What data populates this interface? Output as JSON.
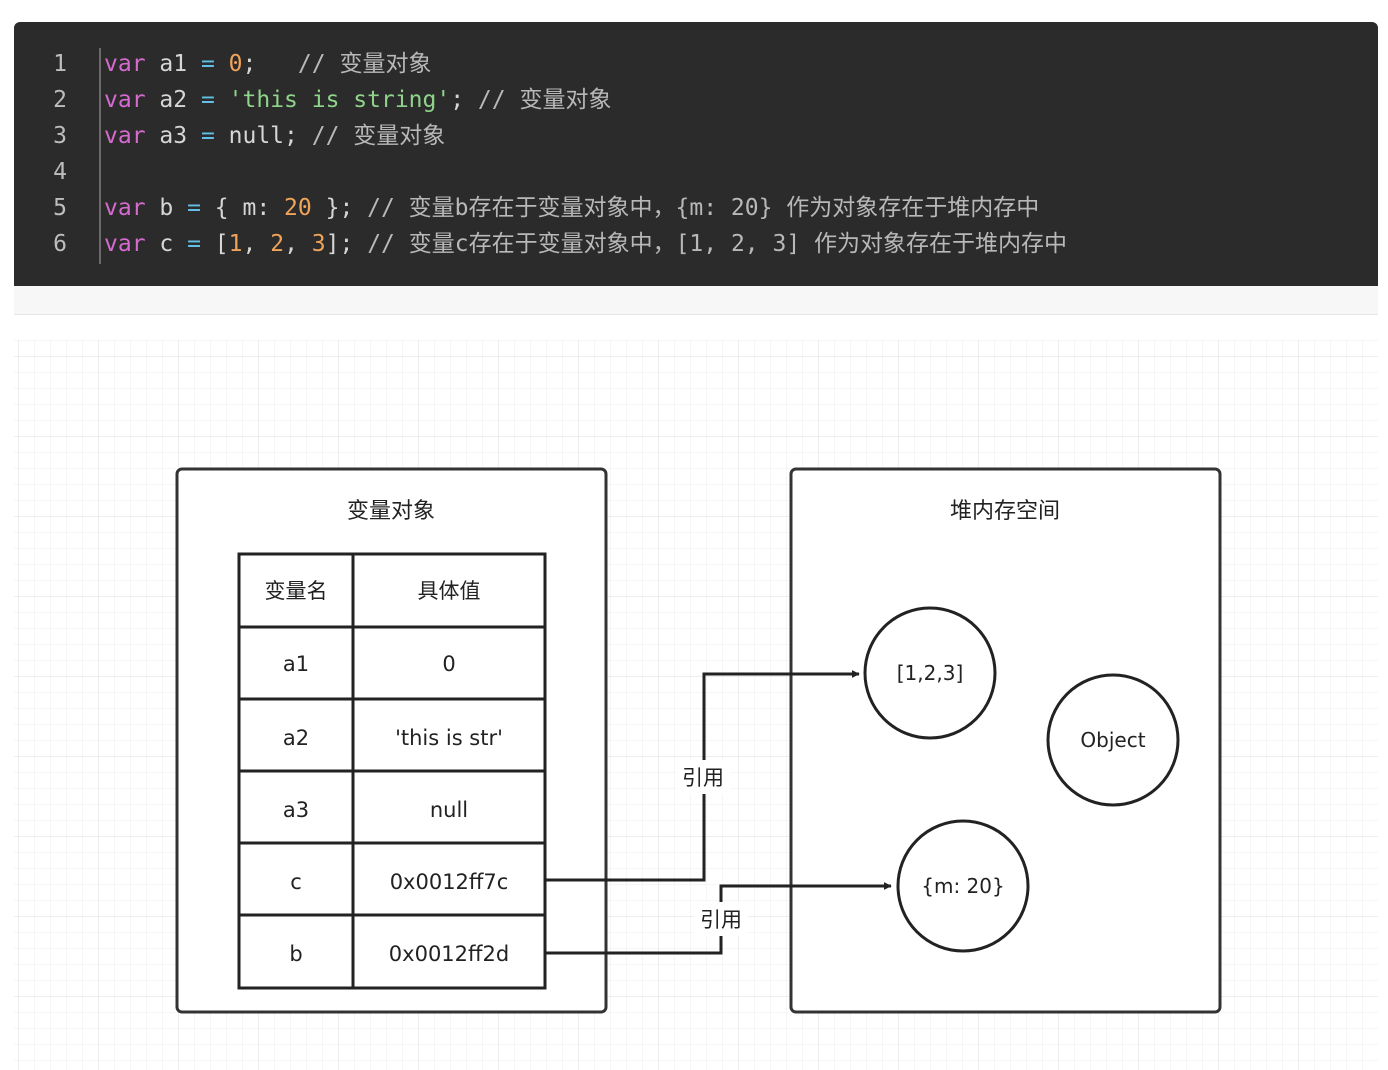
{
  "code": {
    "line_numbers": [
      "1",
      "2",
      "3",
      "4",
      "5",
      "6"
    ],
    "lines": [
      {
        "segments": [
          {
            "t": "var",
            "c": "kw"
          },
          {
            "t": " a1 ",
            "c": ""
          },
          {
            "t": "=",
            "c": "op"
          },
          {
            "t": " ",
            "c": ""
          },
          {
            "t": "0",
            "c": "num"
          },
          {
            "t": ";   ",
            "c": ""
          },
          {
            "t": "// 变量对象",
            "c": "cm"
          }
        ]
      },
      {
        "segments": [
          {
            "t": "var",
            "c": "kw"
          },
          {
            "t": " a2 ",
            "c": ""
          },
          {
            "t": "=",
            "c": "op"
          },
          {
            "t": " ",
            "c": ""
          },
          {
            "t": "'this is string'",
            "c": "str"
          },
          {
            "t": "; ",
            "c": ""
          },
          {
            "t": "// 变量对象",
            "c": "cm"
          }
        ]
      },
      {
        "segments": [
          {
            "t": "var",
            "c": "kw"
          },
          {
            "t": " a3 ",
            "c": ""
          },
          {
            "t": "=",
            "c": "op"
          },
          {
            "t": " null; ",
            "c": ""
          },
          {
            "t": "// 变量对象",
            "c": "cm"
          }
        ]
      },
      {
        "segments": []
      },
      {
        "segments": [
          {
            "t": "var",
            "c": "kw"
          },
          {
            "t": " b ",
            "c": ""
          },
          {
            "t": "=",
            "c": "op"
          },
          {
            "t": " { m: ",
            "c": ""
          },
          {
            "t": "20",
            "c": "num"
          },
          {
            "t": " }; ",
            "c": ""
          },
          {
            "t": "// 变量b存在于变量对象中，{m: 20} 作为对象存在于堆内存中",
            "c": "cm"
          }
        ]
      },
      {
        "segments": [
          {
            "t": "var",
            "c": "kw"
          },
          {
            "t": " c ",
            "c": ""
          },
          {
            "t": "=",
            "c": "op"
          },
          {
            "t": " [",
            "c": ""
          },
          {
            "t": "1",
            "c": "num"
          },
          {
            "t": ", ",
            "c": ""
          },
          {
            "t": "2",
            "c": "num"
          },
          {
            "t": ", ",
            "c": ""
          },
          {
            "t": "3",
            "c": "num"
          },
          {
            "t": "]; ",
            "c": ""
          },
          {
            "t": "// 变量c存在于变量对象中，[1, 2, 3] 作为对象存在于堆内存中",
            "c": "cm"
          }
        ]
      }
    ],
    "colors": {
      "background": "#2b2b2b",
      "keyword": "#d66ad0",
      "operator": "#62c0e6",
      "number": "#f0a35a",
      "string": "#8fd48a",
      "comment": "#b8b8b8"
    }
  },
  "diagram": {
    "variable_object": {
      "title": "变量对象",
      "header": {
        "name": "变量名",
        "value": "具体值"
      },
      "rows": [
        {
          "name": "a1",
          "value": "0"
        },
        {
          "name": "a2",
          "value": "'this is str'"
        },
        {
          "name": "a3",
          "value": "null"
        },
        {
          "name": "c",
          "value": "0x0012ff7c"
        },
        {
          "name": "b",
          "value": "0x0012ff2d"
        }
      ]
    },
    "heap": {
      "title": "堆内存空间",
      "objects": [
        "[1,2,3]",
        "Object",
        "{m: 20}"
      ]
    },
    "references": [
      {
        "from": "c",
        "to": "[1,2,3]",
        "label": "引用"
      },
      {
        "from": "b",
        "to": "{m: 20}",
        "label": "引用"
      }
    ],
    "colors": {
      "grid_minor": "#eeeeee",
      "grid_major": "#dedede",
      "stroke": "#333333"
    }
  }
}
